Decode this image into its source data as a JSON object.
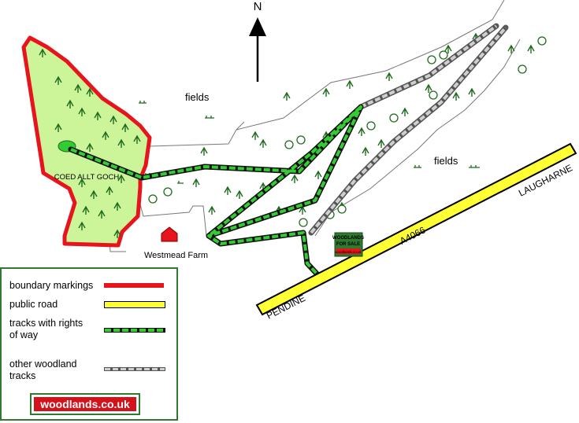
{
  "north_label": "N",
  "labels": {
    "wood_name": "COED ALLT GOCH",
    "fields_1": "fields",
    "fields_2": "fields",
    "farm": "Westmead Farm",
    "road_name": "A4066",
    "road_west": "PENDINE",
    "road_east": "LAUGHARNE"
  },
  "sale_sign": {
    "line1": "WOODLANDS",
    "line2": "FOR SALE",
    "line3": "woodlands.co.uk"
  },
  "legend": {
    "items": [
      {
        "label_1": "boundary markings",
        "label_2": ""
      },
      {
        "label_1": "public road",
        "label_2": ""
      },
      {
        "label_1": "tracks with rights",
        "label_2": "of way"
      },
      {
        "label_1": "other woodland",
        "label_2": "tracks"
      }
    ]
  },
  "brand": "woodlands.co.uk",
  "colors": {
    "boundary": "#e8141b",
    "woodland_fill": "#ccf599",
    "road_fill": "#ffff33",
    "right_of_way": "#33cc33",
    "other_track": "#bbbbbb",
    "tree": "#1e6b1e",
    "farm": "#e8141b"
  }
}
